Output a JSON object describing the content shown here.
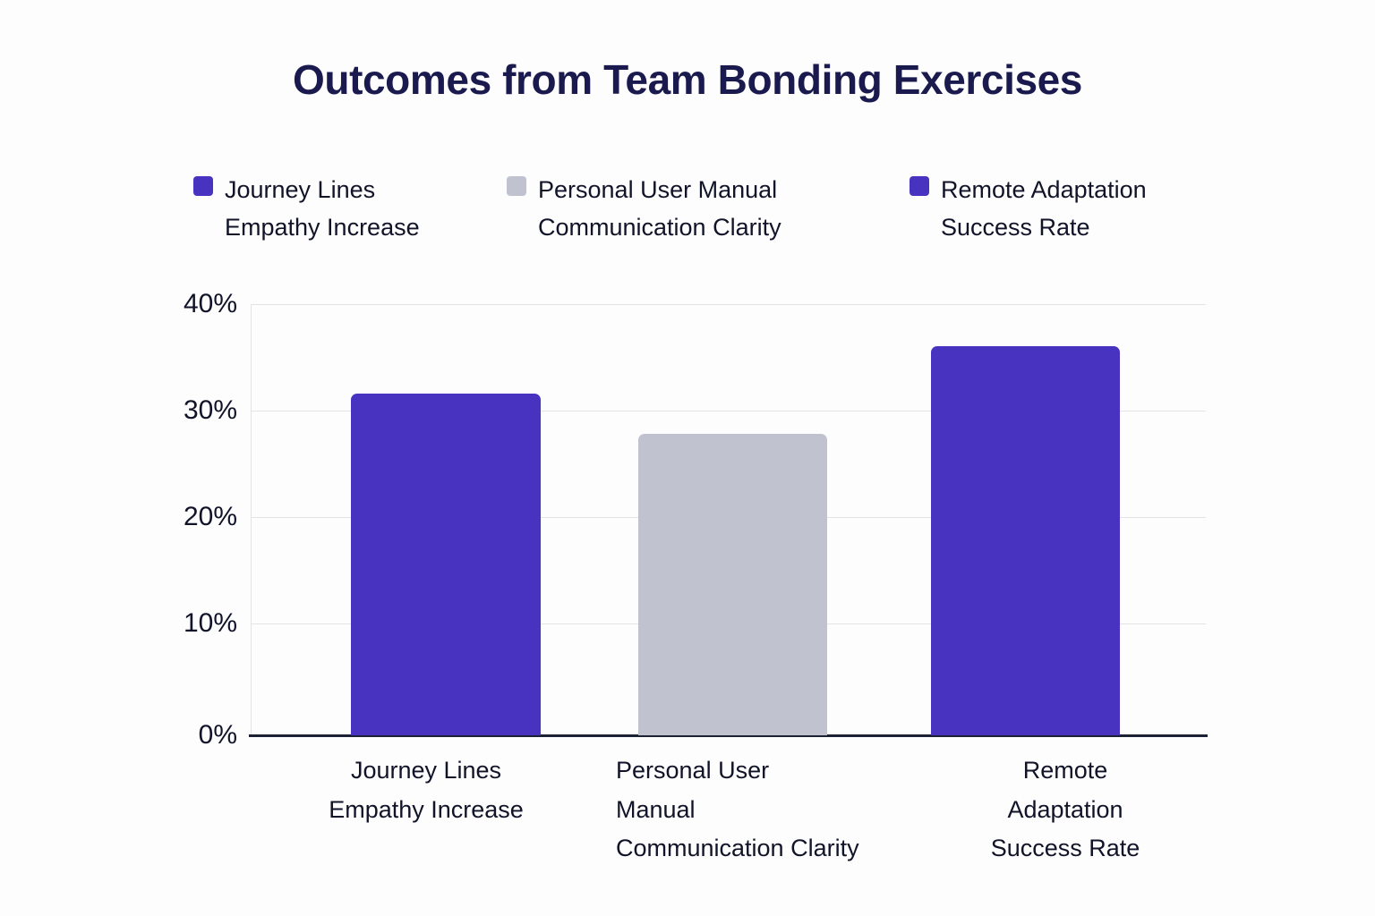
{
  "chart_data": {
    "type": "bar",
    "title": "Outcomes from Team Bonding Exercises",
    "xlabel": "",
    "ylabel": "",
    "ylim": [
      0,
      40
    ],
    "grid": true,
    "legend_position": "top",
    "categories": [
      "Journey Lines\nEmpathy Increase",
      "Personal User\nManual\nCommunication Clarity",
      "Remote\nAdaptation\nSuccess Rate"
    ],
    "values": [
      31.5,
      27.8,
      35.8
    ],
    "tick_labels": [
      "0%",
      "10%",
      "20%",
      "30%",
      "40%"
    ],
    "tick_values": [
      0,
      10,
      20,
      30,
      40
    ],
    "bar_colors": [
      "#4733c0",
      "#c0c2cf",
      "#4733c0"
    ],
    "series": [
      {
        "name": "Journey Lines Empathy Increase",
        "values": [
          31.5
        ]
      },
      {
        "name": "Personal User Manual Communication Clarity",
        "values": [
          27.8
        ]
      },
      {
        "name": "Remote Adaptation Success Rate",
        "values": [
          35.8
        ]
      }
    ]
  },
  "title": "Outcomes from Team Bonding Exercises",
  "legend": {
    "items": [
      {
        "label": "Journey Lines\nEmpathy Increase",
        "color": "#4733c0"
      },
      {
        "label": "Personal User Manual\nCommunication Clarity",
        "color": "#c0c2cf"
      },
      {
        "label": "Remote Adaptation\nSuccess Rate",
        "color": "#4733c0"
      }
    ]
  },
  "yaxis": {
    "ticks": [
      "40%",
      "30%",
      "20%",
      "10%",
      "0%"
    ]
  },
  "xaxis": {
    "labels": [
      "Journey Lines\nEmpathy Increase",
      "Personal User\nManual\nCommunication Clarity",
      "Remote\nAdaptation\nSuccess Rate"
    ]
  },
  "colors": {
    "accent": "#4733c0",
    "neutral": "#c0c2cf",
    "title": "#1a1a4e",
    "text": "#111428",
    "grid": "#e4e4e6",
    "axis": "#1c2233",
    "background": "#fdfdfe"
  }
}
